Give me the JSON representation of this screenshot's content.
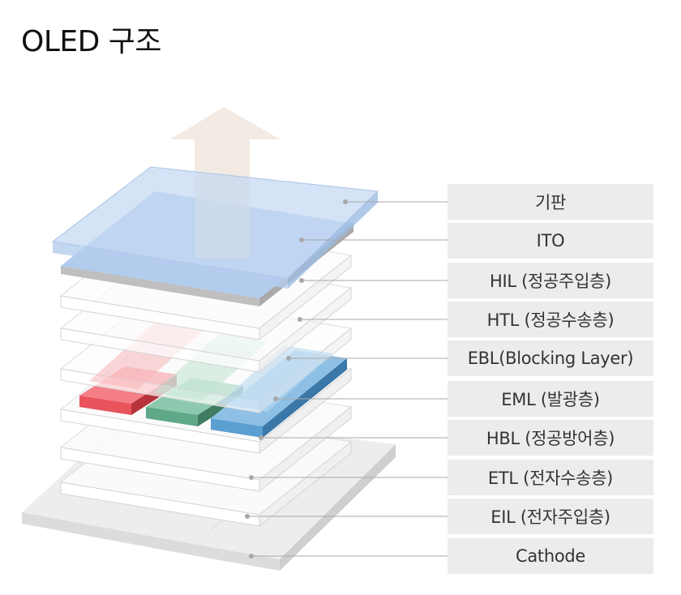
{
  "title": "OLED 구조",
  "colors": {
    "substrate": "#c5d8f3",
    "ito": "#aac6ec",
    "red": "#e8535c",
    "green": "#5fa888",
    "blue": "#5b9fd1",
    "cathode": "#e2e2e2",
    "label_bg": "#ececec",
    "arrow": "#eee3da"
  },
  "layers": [
    {
      "id": "substrate",
      "label": "기판"
    },
    {
      "id": "ito",
      "label": "ITO"
    },
    {
      "id": "hil",
      "label": "HIL (정공주입층)"
    },
    {
      "id": "htl",
      "label": "HTL (정공수송층)"
    },
    {
      "id": "ebl",
      "label": "EBL(Blocking Layer)"
    },
    {
      "id": "eml",
      "label": "EML (발광층)"
    },
    {
      "id": "hbl",
      "label": "HBL (정공방어층)"
    },
    {
      "id": "etl",
      "label": "ETL (전자수송층)"
    },
    {
      "id": "eil",
      "label": "EIL (전자주입층)"
    },
    {
      "id": "cathode",
      "label": "Cathode"
    }
  ]
}
